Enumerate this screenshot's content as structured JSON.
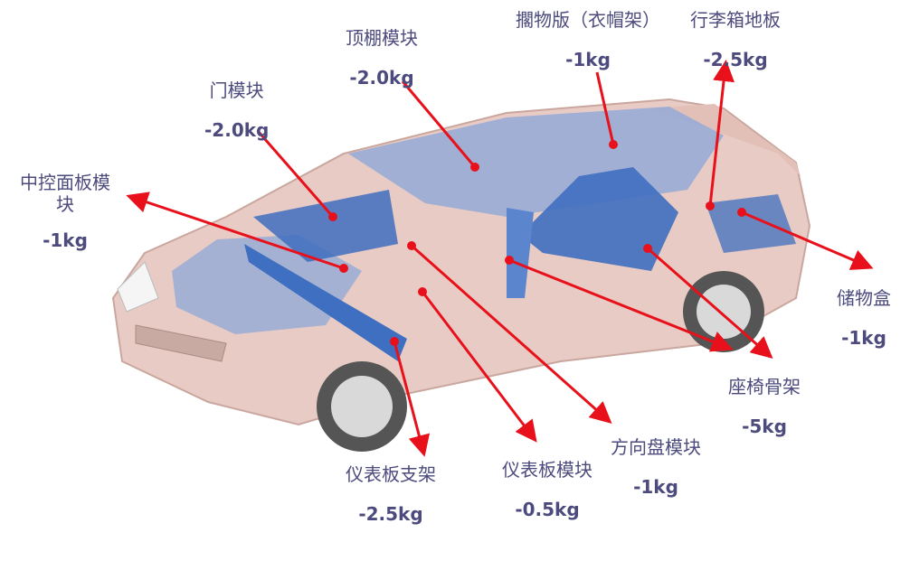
{
  "title": "汽车轻量化模块减重示意",
  "colors": {
    "text": "#4d4b7e",
    "arrow": "#e8101a",
    "body": "#e8cbc4",
    "module": "#3f6fc0"
  },
  "labels": [
    {
      "id": "roof",
      "name": "顶棚模块",
      "weight": "-2.0kg"
    },
    {
      "id": "parcel-shelf",
      "name": "擱物版（衣帽架）",
      "weight": "-1kg"
    },
    {
      "id": "trunk-floor",
      "name": "行李箱地板",
      "weight": "-2.5kg"
    },
    {
      "id": "door",
      "name": "门模块",
      "weight": "-2.0kg"
    },
    {
      "id": "console",
      "name": "中控面板模\n块",
      "weight": "-1kg"
    },
    {
      "id": "storage-box",
      "name": "储物盒",
      "weight": "-1kg"
    },
    {
      "id": "seat-frame",
      "name": "座椅骨架",
      "weight": "-5kg"
    },
    {
      "id": "steering",
      "name": "方向盘模块",
      "weight": "-1kg"
    },
    {
      "id": "ip-module",
      "name": "仪表板模块",
      "weight": "-0.5kg"
    },
    {
      "id": "ip-bracket",
      "name": "仪表板支架",
      "weight": "-2.5kg"
    }
  ]
}
